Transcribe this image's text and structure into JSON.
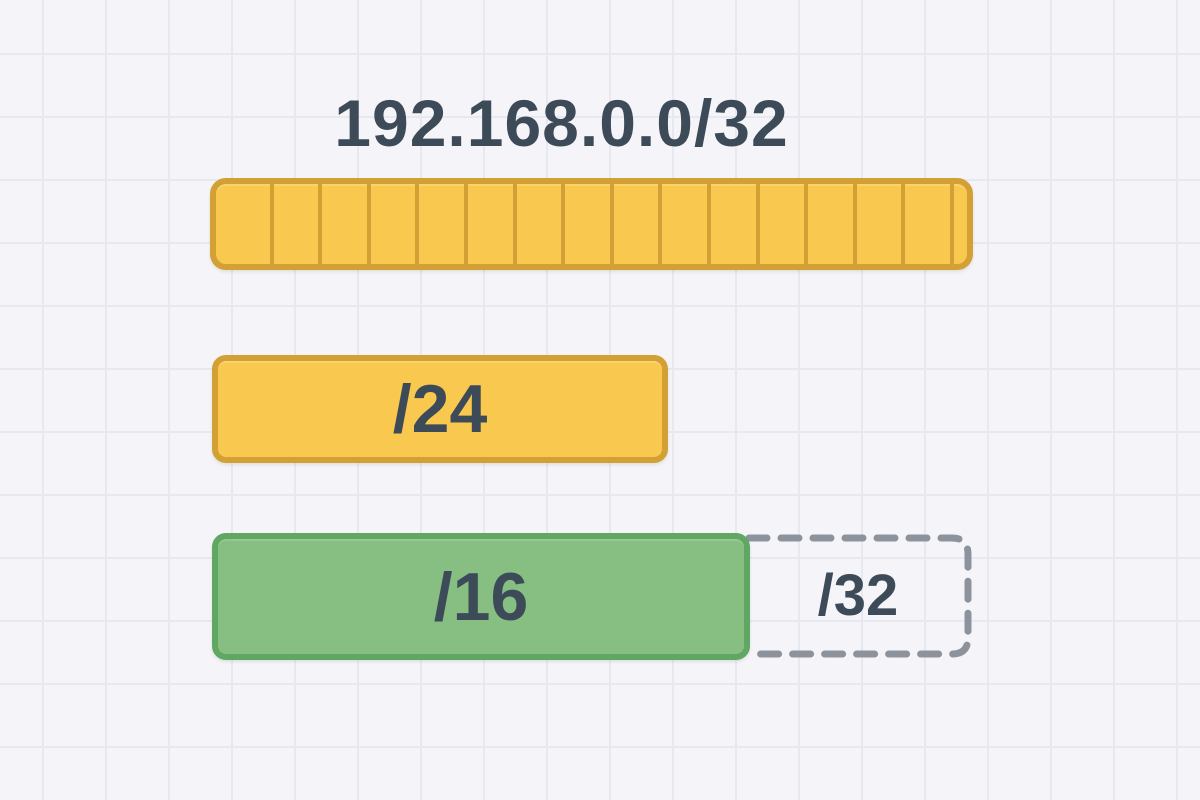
{
  "title": "192.168.0.0/32",
  "bars": {
    "full": {
      "segments": 16
    },
    "b24": {
      "label": "/24"
    },
    "b16": {
      "label": "/16"
    },
    "b32": {
      "label": "/32"
    }
  },
  "colors": {
    "yellow_fill": "#f9c84f",
    "yellow_border": "#d2a035",
    "green_fill": "#87be81",
    "green_border": "#5fa763",
    "dash_gray": "#8d939c",
    "text": "#3d4b59",
    "background": "#f5f5f9",
    "grid_line": "#e8e8f0"
  }
}
